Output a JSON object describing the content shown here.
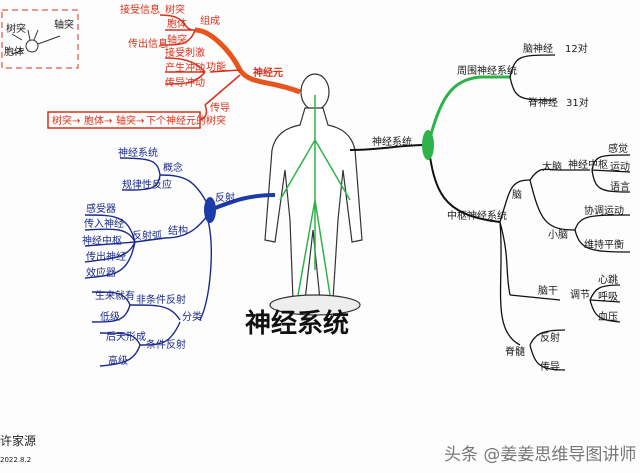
{
  "title": "神经系统",
  "colors": {
    "neuron": "#e8551c",
    "nervous_system": "#2db34a",
    "reflex": "#1c3aa8"
  },
  "neuron_sketch": {
    "labels": [
      "树突",
      "胞体",
      "轴突"
    ]
  },
  "neuron": {
    "label": "神经元",
    "composition": {
      "label": "组成",
      "items": [
        "树突",
        "胞体",
        "轴突"
      ],
      "notes": [
        "接受信息",
        "传出信息"
      ]
    },
    "function": {
      "label": "功能",
      "items": [
        "接受刺激",
        "产生冲动",
        "传导冲动"
      ]
    },
    "conduction": {
      "label": "传导",
      "chain": [
        "树突",
        "胞体",
        "轴突",
        "下个神经元的树突"
      ]
    }
  },
  "nervous_system": {
    "label": "神经系统",
    "peripheral": {
      "label": "周围神经系统",
      "items": [
        {
          "name": "脑神经",
          "count": "12对"
        },
        {
          "name": "脊神经",
          "count": "31对"
        }
      ]
    },
    "central": {
      "label": "中枢神经系统",
      "brain": {
        "label": "脑",
        "cerebrum": {
          "label": "大脑",
          "sub": "神经中枢",
          "items": [
            "感觉",
            "运动",
            "语言"
          ]
        },
        "cerebellum": {
          "label": "小脑",
          "items": [
            "协调运动",
            "维持平衡"
          ]
        },
        "brainstem": {
          "label": "脑干",
          "sub": "调节",
          "items": [
            "心跳",
            "呼吸",
            "血压"
          ]
        }
      },
      "spinal_cord": {
        "label": "脊髓",
        "items": [
          "反射",
          "传导"
        ]
      }
    }
  },
  "reflex": {
    "label": "反射",
    "concept": {
      "label": "概念",
      "items": [
        "神经系统",
        "规律性反应"
      ]
    },
    "structure": {
      "label": "结构",
      "sub": "反射弧",
      "items": [
        "感受器",
        "传入神经",
        "神经中枢",
        "传出神经",
        "效应器"
      ]
    },
    "types": {
      "label": "分类",
      "unconditioned": {
        "label": "非条件反射",
        "items": [
          "生来就有",
          "低级"
        ]
      },
      "conditioned": {
        "label": "条件反射",
        "items": [
          "后天形成",
          "高级"
        ]
      }
    }
  },
  "signature": {
    "name": "许家源",
    "date": "2022.8.2"
  },
  "watermark": "头条 @姜姜思维导图讲师"
}
